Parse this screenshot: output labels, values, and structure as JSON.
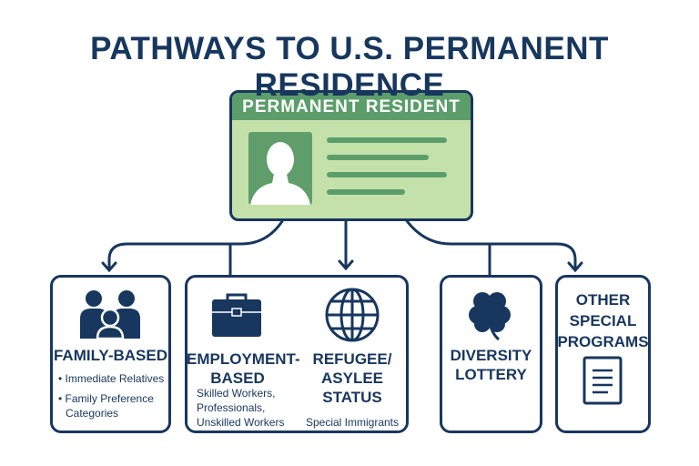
{
  "title": "PATHWAYS TO U.S. PERMANENT RESIDENCE",
  "card": {
    "header": "PERMANENT RESIDENT"
  },
  "pathways": {
    "family": {
      "label": "FAMILY-BASED",
      "items": [
        "• Immediate Relatives",
        "• Family Preference",
        "Categories"
      ]
    },
    "employment": {
      "label1": "EMPLOYMENT-",
      "label2": "BASED",
      "items": [
        "Skilled Workers,",
        "Professionals,",
        "Unskilled Workers"
      ]
    },
    "refugee": {
      "label1": "REFUGEE/",
      "label2": "ASYLEE",
      "label3": "STATUS",
      "sub": "Special Immigrants"
    },
    "diversity": {
      "label1": "DIVERSITY",
      "label2": "LOTTERY"
    },
    "other": {
      "label1": "OTHER",
      "label2": "SPECIAL",
      "label3": "PROGRAMS"
    }
  },
  "colors": {
    "navy": "#17375e",
    "green": "#5c9e6b",
    "light_green": "#c5e1aa"
  }
}
